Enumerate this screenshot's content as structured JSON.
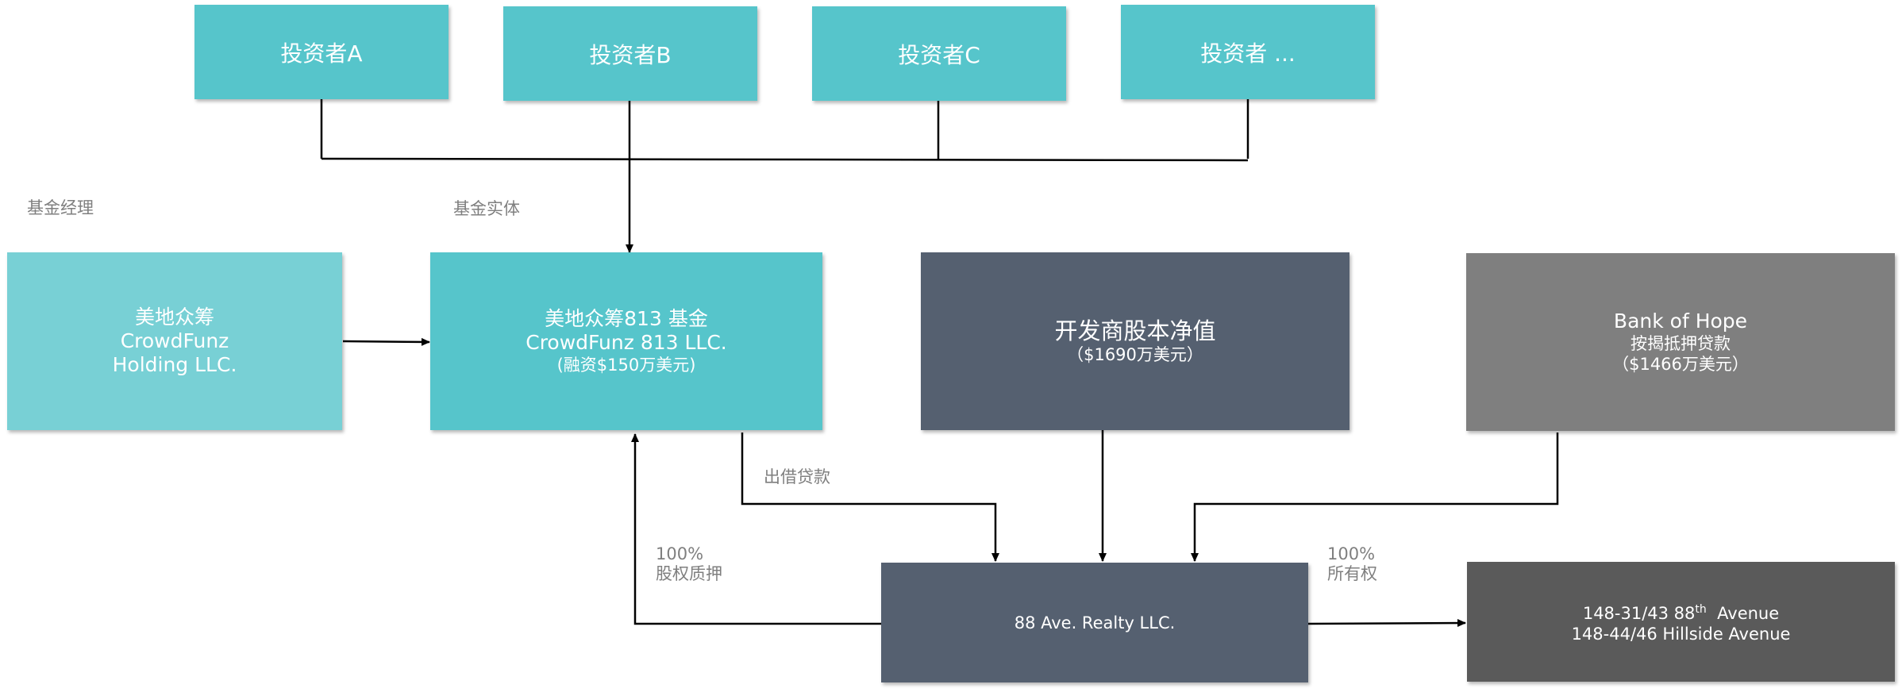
{
  "colors": {
    "teal": "#56c5cb",
    "teal_light": "#78d0d5",
    "slate": "#556070",
    "gray": "#7f7f7f",
    "dark_gray": "#5a5a5a",
    "line": "#000000"
  },
  "investors": [
    {
      "label": "投资者A"
    },
    {
      "label": "投资者B"
    },
    {
      "label": "投资者C"
    },
    {
      "label": "投资者 ..."
    }
  ],
  "labels": {
    "fund_manager": "基金经理",
    "fund_entity": "基金实体",
    "loan_out": "出借贷款",
    "pledge_pct": "100%",
    "pledge_text": "股权质押",
    "own_pct": "100%",
    "own_text": "所有权"
  },
  "manager": {
    "line1": "美地众筹",
    "line2": "CrowdFunz",
    "line3": "Holding LLC."
  },
  "fund": {
    "line1": "美地众筹813 基金",
    "line2": "CrowdFunz 813 LLC.",
    "line3": "(融资$150万美元)"
  },
  "developer": {
    "line1": "开发商股本净值",
    "line2": "（$1690万美元）"
  },
  "bank": {
    "line1": "Bank of Hope",
    "line2": "按揭抵押贷款",
    "line3": "（$1466万美元）"
  },
  "realty": {
    "line1": "88 Ave. Realty LLC."
  },
  "property": {
    "line1_pre": "148-31/43 88",
    "line1_sup": "th",
    "line1_post": "  Avenue",
    "line2": "148-44/46 Hillside Avenue"
  }
}
